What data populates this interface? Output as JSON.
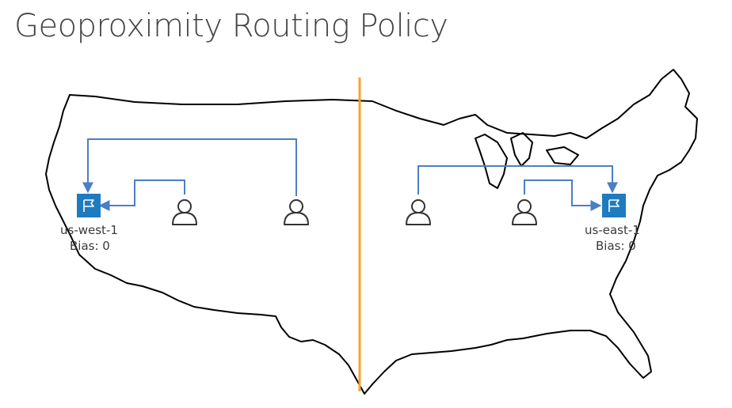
{
  "title": "Geoproximity Routing Policy",
  "regions": [
    {
      "name": "us-west-1",
      "bias": "Bias: 0"
    },
    {
      "name": "us-east-1",
      "bias": "Bias: 0"
    }
  ],
  "colors": {
    "flow": "#4b7fc4",
    "region_icon": "#1f7bbf",
    "divider": "#f2a330",
    "outline": "#000000",
    "user": "#333333"
  }
}
